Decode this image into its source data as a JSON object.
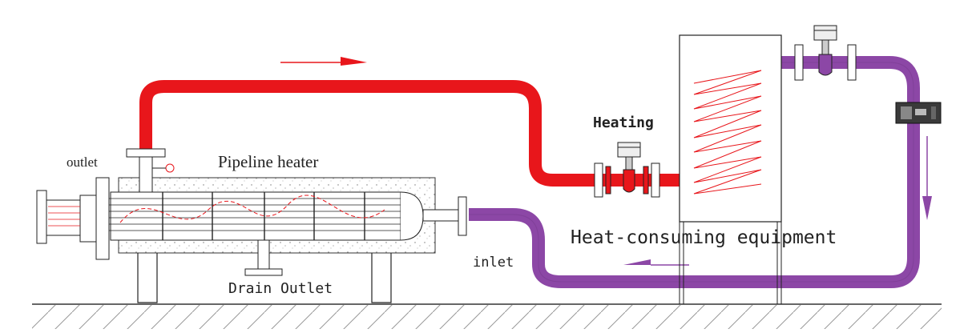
{
  "labels": {
    "outlet": "outlet",
    "pipeline_heater": "Pipeline heater",
    "heating": "Heating",
    "heat_consuming_equipment": "Heat-consuming equipment",
    "inlet": "inlet",
    "drain_outlet": "Drain Outlet"
  },
  "colors": {
    "hot_pipe": "#e8161b",
    "cold_pipe": "#8c47a6",
    "outline": "#111111",
    "coil": "#e8161b",
    "ground": "#333333"
  },
  "icons": {
    "flow_arrow_hot": "arrow-right-icon",
    "flow_arrow_cold_left": "arrow-left-icon",
    "flow_arrow_cold_down": "arrow-down-icon",
    "control_valve": "valve-icon",
    "temperature_controller": "controller-icon"
  }
}
